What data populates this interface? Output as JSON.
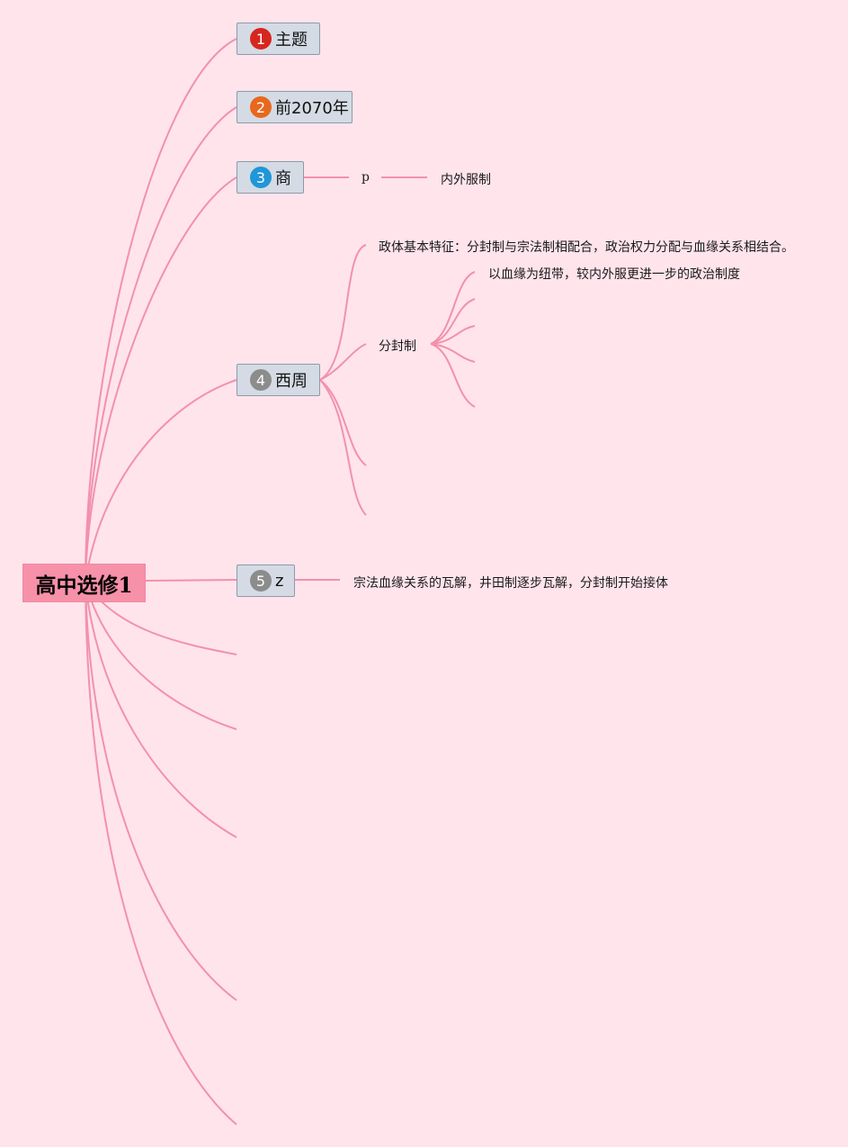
{
  "root": {
    "label": "高中选修1",
    "color": "#f790a9"
  },
  "edge_color": "#f291ad",
  "topics": [
    {
      "number": "1",
      "label": "主题",
      "badge_color": "#d7261f"
    },
    {
      "number": "2",
      "label": "前2070年",
      "badge_color": "#e8681e"
    },
    {
      "number": "3",
      "label": "商",
      "badge_color": "#2196d8"
    },
    {
      "number": "4",
      "label": "西周",
      "badge_color": "#8c8c8c"
    },
    {
      "number": "5",
      "label": "z",
      "badge_color": "#8c8c8c"
    }
  ],
  "shang": {
    "child": "p",
    "grandchild": "内外服制"
  },
  "xizhou": {
    "polity": "政体基本特征：分封制与宗法制相配合，政治权力分配与血缘关系相结合。",
    "fenfeng": {
      "label": "分封制",
      "children": [
        "以血缘为纽带，较内外服更进一步的政治制度"
      ]
    }
  },
  "z": {
    "child": "宗法血缘关系的瓦解，井田制逐步瓦解，分封制开始接体"
  }
}
